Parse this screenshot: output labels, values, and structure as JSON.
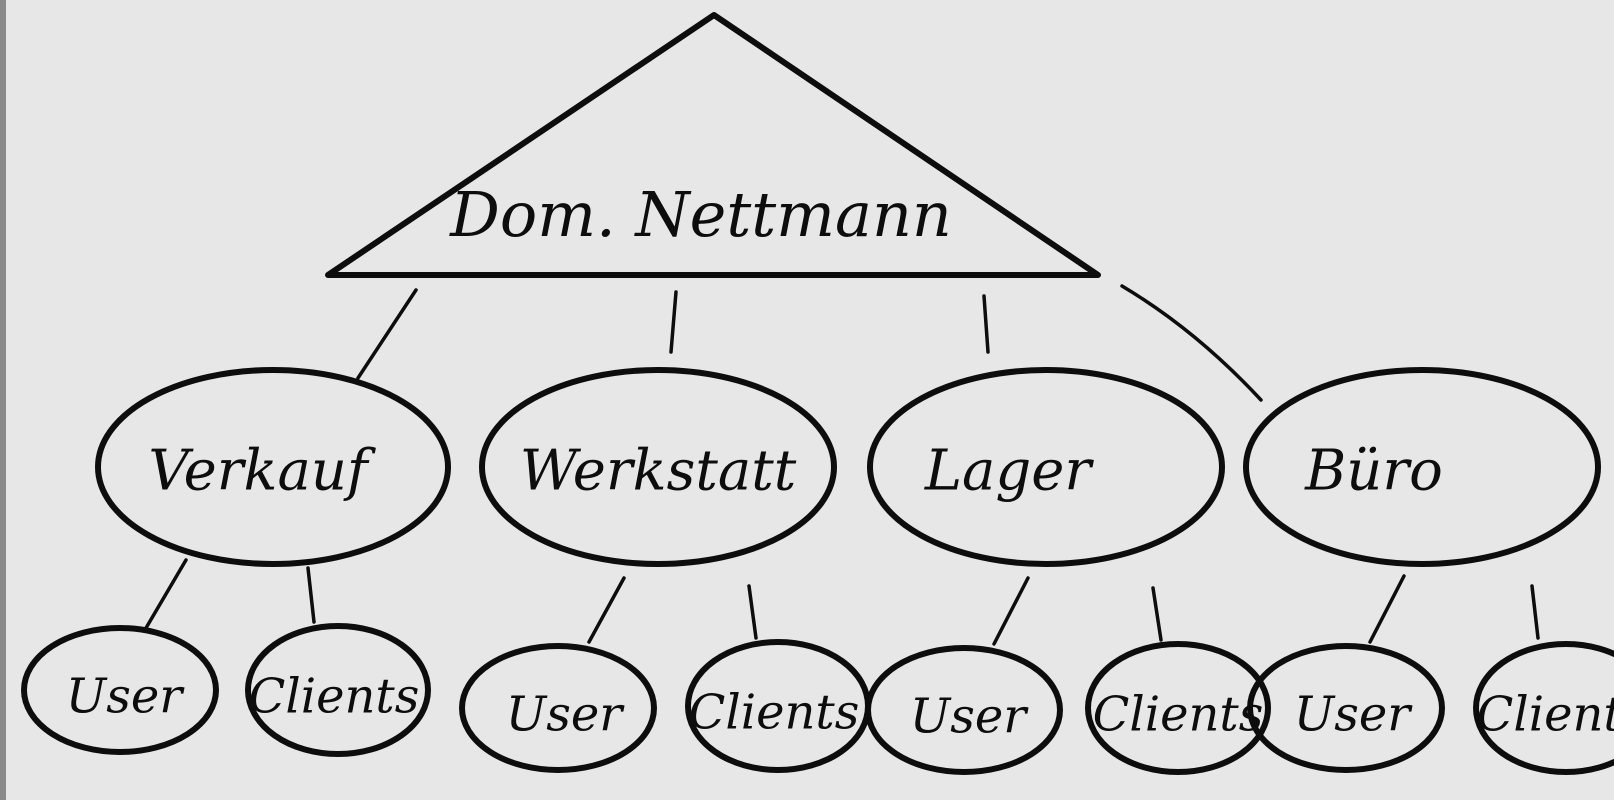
{
  "domain": {
    "label": "Dom. Nettmann"
  },
  "units": [
    {
      "label": "Verkauf",
      "children": [
        {
          "label": "User"
        },
        {
          "label": "Clients"
        }
      ]
    },
    {
      "label": "Werkstatt",
      "children": [
        {
          "label": "User"
        },
        {
          "label": "Clients"
        }
      ]
    },
    {
      "label": "Lager",
      "children": [
        {
          "label": "User"
        },
        {
          "label": "Clients"
        }
      ]
    },
    {
      "label": "Büro",
      "children": [
        {
          "label": "User"
        },
        {
          "label": "Clients"
        }
      ]
    }
  ]
}
